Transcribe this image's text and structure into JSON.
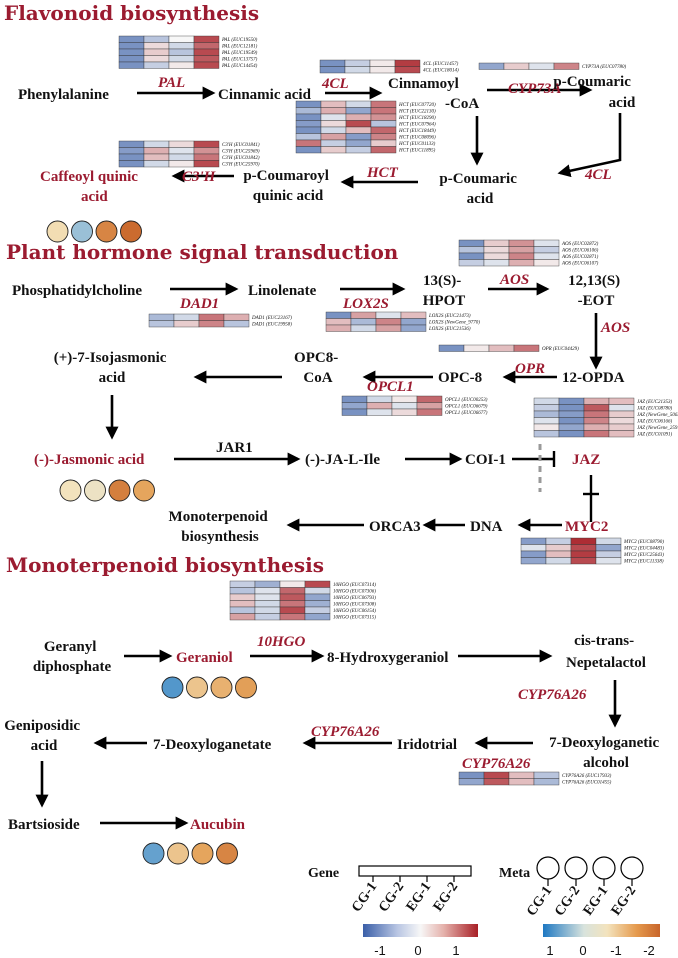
{
  "sections": {
    "flavonoid": "Flavonoid biosynthesis",
    "hormone": "Plant hormone signal transduction",
    "monoterpenoid": "Monoterpenoid biosynthesis"
  },
  "nodes": {
    "phenylalanine": "Phenylalanine",
    "cinnamic_acid": "Cinnamic acid",
    "cinnamoyl_coa_1": "Cinnamoyl",
    "cinnamoyl_coa_2": "-CoA",
    "p_coumaric_acid_top_1": "p-Coumaric",
    "p_coumaric_acid_top_2": "acid",
    "p_coumaric_acid_mid_1": "p-Coumaric",
    "p_coumaric_acid_mid_2": "acid",
    "p_coumaroyl_quinic_1": "p-Coumaroyl",
    "p_coumaroyl_quinic_2": "quinic acid",
    "caffeoyl_quinic_1": "Caffeoyl quinic",
    "caffeoyl_quinic_2": "acid",
    "phosphatidylcholine": "Phosphatidylcholine",
    "linolenate": "Linolenate",
    "hpot_1": "13(S)-",
    "hpot_2": "HPOT",
    "eot_1": "12,13(S)",
    "eot_2": "-EOT",
    "opda": "12-OPDA",
    "opc8": "OPC-8",
    "opc8coa_1": "OPC8-",
    "opc8coa_2": "CoA",
    "isojasmonic_1": "(+)-7-Isojasmonic",
    "isojasmonic_2": "acid",
    "jasmonic": "(-)-Jasmonic acid",
    "jar1": "JAR1",
    "ja_ile": "(-)-JA-L-Ile",
    "coi1": "COI-1",
    "jaz": "JAZ",
    "myc2": "MYC2",
    "dna": "DNA",
    "orca3": "ORCA3",
    "monoterp_bios_1": "Monoterpenoid",
    "monoterp_bios_2": "biosynthesis",
    "geranyl_1": "Geranyl",
    "geranyl_2": "diphosphate",
    "geraniol": "Geraniol",
    "hydroxygeraniol": "8-Hydroxygeraniol",
    "nepetalactol_1": "cis-trans-",
    "nepetalactol_2": "Nepetalactol",
    "deoxyloganetic_1": "7-Deoxyloganetic",
    "deoxyloganetic_2": "alcohol",
    "iridotrial": "Iridotrial",
    "deoxyloganetate": "7-Deoxyloganetate",
    "geniposidic_1": "Geniposidic",
    "geniposidic_2": "acid",
    "bartsioside": "Bartsioside",
    "aucubin": "Aucubin"
  },
  "enzymes": {
    "pal": "PAL",
    "cl4_top": "4CL",
    "cyp73a": "CYP73A",
    "cl4_mid": "4CL",
    "hct": "HCT",
    "c3h": "C3'H",
    "dad1": "DAD1",
    "lox2s": "LOX2S",
    "aos_1": "AOS",
    "aos_2": "AOS",
    "opr": "OPR",
    "opcl1": "OPCL1",
    "hgo10": "10HGO",
    "cyp76a26_1": "CYP76A26",
    "cyp76a26_2": "CYP76A26",
    "cyp76a26_3": "CYP76A26"
  },
  "colors": {
    "section_title": "#9b1b30",
    "heat_scale": [
      "#3a5fa8",
      "#8ea5d2",
      "#f7f7f7",
      "#e3a7a0",
      "#a81f26"
    ],
    "meta_scale": [
      "#1e78c2",
      "#f2e2b8",
      "#e5a55d",
      "#c8652a"
    ]
  },
  "heatmaps": [
    {
      "id": "pal",
      "rows": [
        {
          "label": "PAL (EUC19550)",
          "values": [
            -1,
            -0.5,
            0,
            1.2
          ]
        },
        {
          "label": "PAL (EUC12181)",
          "values": [
            -1,
            0.2,
            -0.3,
            1
          ]
        },
        {
          "label": "PAL (EUC19549)",
          "values": [
            -1,
            0.3,
            -0.5,
            1.2
          ]
        },
        {
          "label": "PAL (EUC13757)",
          "values": [
            -1,
            0.2,
            -0.3,
            1.1
          ]
        },
        {
          "label": "PAL (EUC14454)",
          "values": [
            -1,
            -0.4,
            0.1,
            1.2
          ]
        }
      ]
    },
    {
      "id": "4cl",
      "rows": [
        {
          "label": "4CL (EUC11457)",
          "values": [
            -1,
            -0.4,
            0.1,
            1.3
          ]
        },
        {
          "label": "4CL (EUC18014)",
          "values": [
            -1,
            -0.3,
            0.1,
            1.2
          ]
        }
      ]
    },
    {
      "id": "cyp73a",
      "rows": [
        {
          "label": "CYP73A (EUC07780)",
          "values": [
            -0.8,
            0.3,
            -0.2,
            0.8
          ]
        }
      ]
    },
    {
      "id": "hct",
      "rows": [
        {
          "label": "HCT (EUC07720)",
          "values": [
            -1,
            0.4,
            -0.3,
            0.9
          ]
        },
        {
          "label": "HCT (EUC22130)",
          "values": [
            -0.6,
            0.5,
            -0.8,
            0.9
          ]
        },
        {
          "label": "HCT (EUC18290)",
          "values": [
            -1,
            -0.2,
            0.5,
            0.7
          ]
        },
        {
          "label": "HCT (EUC07964)",
          "values": [
            -0.9,
            0.2,
            1.2,
            -0.5
          ]
        },
        {
          "label": "HCT (EUC18449)",
          "values": [
            -1,
            -0.3,
            0.4,
            1
          ]
        },
        {
          "label": "HCT (EUC08096)",
          "values": [
            -0.5,
            0.6,
            -0.9,
            0.8
          ]
        },
        {
          "label": "HCT (EUC01133)",
          "values": [
            0.9,
            -0.4,
            -0.8,
            0.3
          ]
        },
        {
          "label": "HCT (EUC11895)",
          "values": [
            -1,
            0.3,
            -0.4,
            1
          ]
        }
      ]
    },
    {
      "id": "c3h",
      "rows": [
        {
          "label": "C3'H (EUC01841)",
          "values": [
            -1,
            -0.3,
            0.2,
            1.2
          ]
        },
        {
          "label": "C3'H (EUC25969)",
          "values": [
            -0.9,
            0.5,
            -0.2,
            0.7
          ]
        },
        {
          "label": "C3'H (EUC01842)",
          "values": [
            -1,
            0.4,
            -0.3,
            0.9
          ]
        },
        {
          "label": "C3'H (EUC25970)",
          "values": [
            -1,
            -0.3,
            0.1,
            1.2
          ]
        }
      ]
    },
    {
      "id": "aos",
      "rows": [
        {
          "label": "AOS (EUC02872)",
          "values": [
            -1,
            0.3,
            0.7,
            -0.2
          ]
        },
        {
          "label": "AOS (EUC06106)",
          "values": [
            -0.5,
            0.2,
            0.6,
            -0.4
          ]
        },
        {
          "label": "AOS (EUC02871)",
          "values": [
            -1,
            0.2,
            0.8,
            -0.2
          ]
        },
        {
          "label": "AOS (EUC06107)",
          "values": [
            -0.4,
            -0.2,
            0.5,
            0.1
          ]
        }
      ]
    },
    {
      "id": "dad1",
      "rows": [
        {
          "label": "DAD1 (EUC23167)",
          "values": [
            -0.6,
            -0.3,
            0.9,
            0.5
          ]
        },
        {
          "label": "DAD1 (EUC19958)",
          "values": [
            -0.5,
            0.3,
            0.8,
            -0.5
          ]
        }
      ]
    },
    {
      "id": "lox2s",
      "rows": [
        {
          "label": "LOX2S (EUC21473)",
          "values": [
            -1,
            0.6,
            -0.2,
            0.4
          ]
        },
        {
          "label": "LOX2S (NewGene_9770)",
          "values": [
            0.4,
            -0.6,
            0.8,
            -0.8
          ]
        },
        {
          "label": "LOX2S (EUC21536)",
          "values": [
            0.5,
            -0.3,
            0.6,
            -0.8
          ]
        }
      ]
    },
    {
      "id": "opr",
      "rows": [
        {
          "label": "OPR (EUC04429)",
          "values": [
            -1,
            0.1,
            0.4,
            0.9
          ]
        }
      ]
    },
    {
      "id": "opcl1",
      "rows": [
        {
          "label": "OPCL1 (EUC00253)",
          "values": [
            -1,
            -0.3,
            0.1,
            1
          ]
        },
        {
          "label": "OPCL1 (EUC06679)",
          "values": [
            -0.8,
            0.5,
            -0.2,
            0.6
          ]
        },
        {
          "label": "OPCL1 (EUC06677)",
          "values": [
            -1,
            -0.2,
            0.2,
            0.9
          ]
        }
      ]
    },
    {
      "id": "jaz",
      "rows": [
        {
          "label": "JAZ (EUC21353)",
          "values": [
            -0.3,
            -1,
            0.5,
            0.4
          ]
        },
        {
          "label": "JAZ (EUC08780)",
          "values": [
            -0.4,
            -1,
            1.1,
            -0.2
          ]
        },
        {
          "label": "JAZ (NewGene_5063)",
          "values": [
            -0.6,
            -0.9,
            0.9,
            0.3
          ]
        },
        {
          "label": "JAZ (EUC06166)",
          "values": [
            -0.2,
            -1,
            0.8,
            0.2
          ]
        },
        {
          "label": "JAZ (NewGene_2597)",
          "values": [
            0.1,
            -0.8,
            0.5,
            0.3
          ]
        },
        {
          "label": "JAZ (EUC01091)",
          "values": [
            -0.5,
            -1,
            0.9,
            0.4
          ]
        }
      ]
    },
    {
      "id": "myc2",
      "rows": [
        {
          "label": "MYC2 (EUC08790)",
          "values": [
            -0.9,
            -0.4,
            1.4,
            -0.3
          ]
        },
        {
          "label": "MYC2 (EUC04483)",
          "values": [
            -0.2,
            0.3,
            1.2,
            -0.8
          ]
        },
        {
          "label": "MYC2 (EUC25643)",
          "values": [
            -0.9,
            0.4,
            1.3,
            -0.4
          ]
        },
        {
          "label": "MYC2 (EUC11338)",
          "values": [
            -0.8,
            -0.3,
            1.2,
            -0.2
          ]
        }
      ]
    },
    {
      "id": "10hgo",
      "rows": [
        {
          "label": "10HGO (EUC07314)",
          "values": [
            -0.4,
            -0.7,
            0.1,
            1.2
          ]
        },
        {
          "label": "10HGO (EUC07306)",
          "values": [
            -0.5,
            -0.2,
            1,
            -0.3
          ]
        },
        {
          "label": "10HGO (EUC06793)",
          "values": [
            0.3,
            -0.2,
            1.1,
            -0.8
          ]
        },
        {
          "label": "10HGO (EUC07308)",
          "values": [
            0.4,
            -0.3,
            0.9,
            -0.7
          ]
        },
        {
          "label": "10HGO (EUC06154)",
          "values": [
            -0.5,
            -0.3,
            1.2,
            -0.4
          ]
        },
        {
          "label": "10HGO (EUC07315)",
          "values": [
            0.6,
            -0.4,
            0.9,
            -0.8
          ]
        }
      ]
    },
    {
      "id": "cyp76a26",
      "rows": [
        {
          "label": "CYP76A26 (EUC17933)",
          "values": [
            -1,
            1.2,
            0.4,
            -0.5
          ]
        },
        {
          "label": "CYP76A26 (EUC01455)",
          "values": [
            -0.8,
            1.1,
            0.4,
            -0.6
          ]
        }
      ]
    }
  ],
  "metabolite_circles": {
    "caffeoyl_quinic": [
      -0.1,
      0.8,
      -1.5,
      -1.9
    ],
    "jasmonic": [
      0.0,
      0.1,
      -1.6,
      -1.0
    ],
    "geraniol": [
      1.2,
      -0.5,
      -0.8,
      -1.1
    ],
    "aucubin": [
      1.1,
      -0.5,
      -1.0,
      -1.5
    ]
  },
  "legend": {
    "gene_title": "Gene",
    "meta_title": "Meta",
    "samples": [
      "CG-1",
      "CG-2",
      "EG-1",
      "EG-2"
    ],
    "gene_ticks": [
      "-1",
      "0",
      "1"
    ],
    "meta_ticks": [
      "1",
      "0",
      "-1",
      "-2"
    ]
  }
}
